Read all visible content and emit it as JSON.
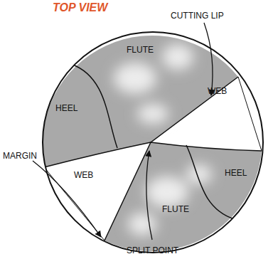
{
  "diagram": {
    "title": "TOP VIEW",
    "labels": [
      "CUTTING LIP",
      "FLUTE",
      "WEB",
      "HEEL",
      "HEEL",
      "WEB",
      "FLUTE",
      "MARGIN",
      "SPLIT POINT"
    ]
  }
}
